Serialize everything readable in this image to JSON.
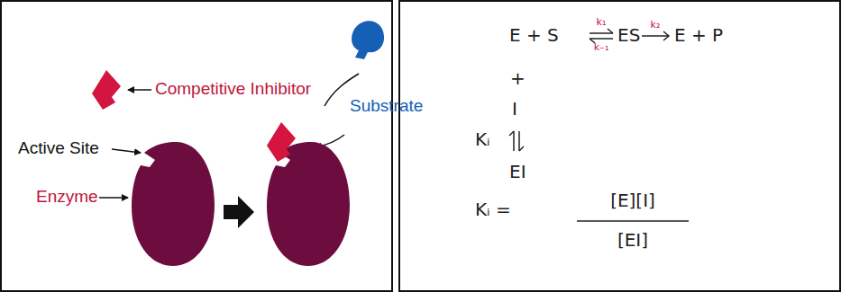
{
  "diagram": {
    "labels": [
      "Competitive Inhibitor",
      "Substrate",
      "Active Site",
      "Enzyme",
      "E + S",
      "k₁",
      "k₋₁",
      "ES",
      "k₂",
      "E + P",
      "+",
      "I",
      "Kᵢ",
      "EI",
      "Kᵢ =",
      "[E][I]",
      "[EI]"
    ]
  }
}
